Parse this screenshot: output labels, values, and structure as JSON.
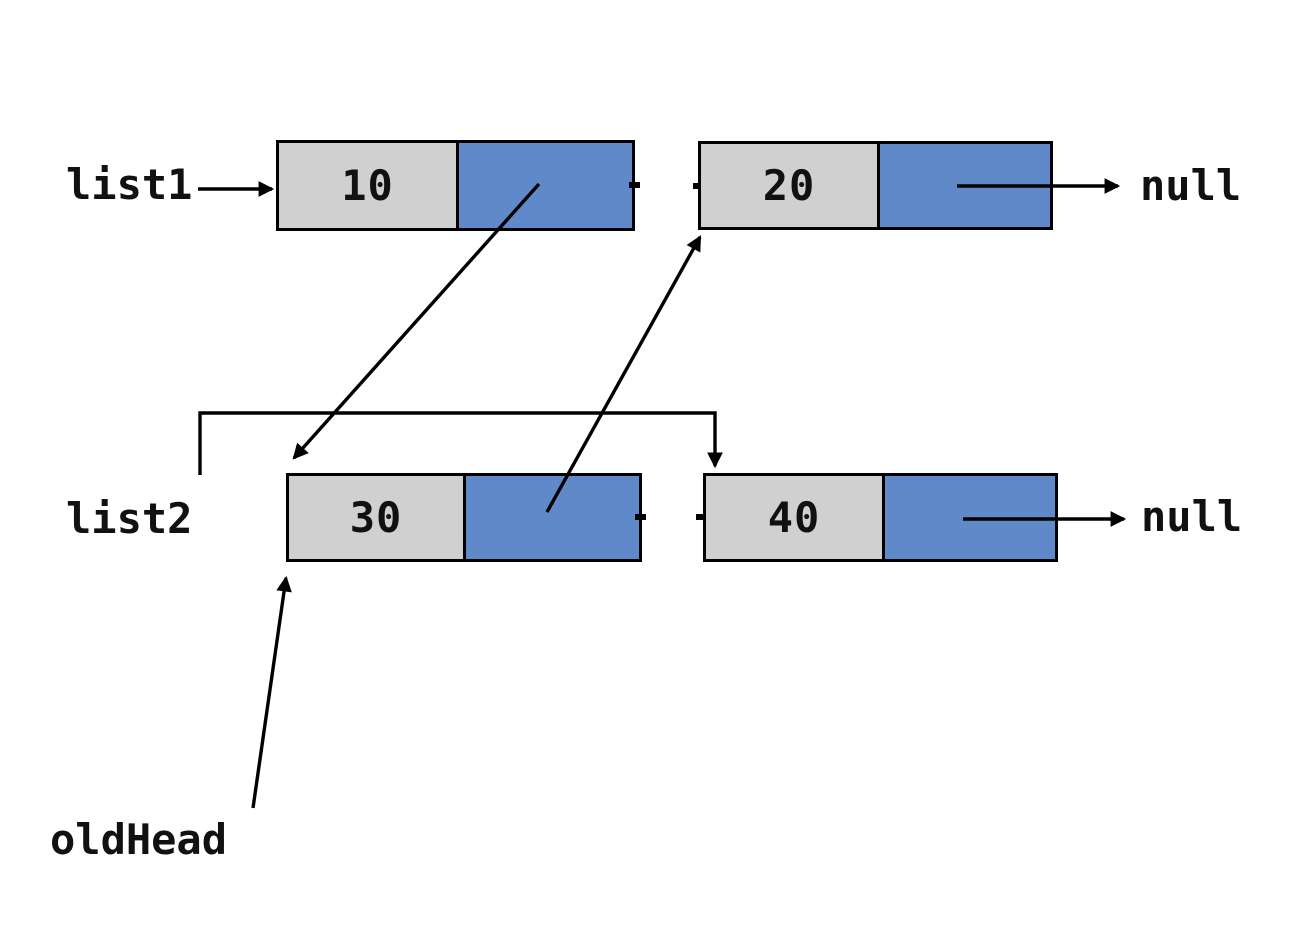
{
  "diagram": {
    "description": "Linked list diagram showing two lists whose nodes are being relinked (merge step)",
    "background": "#ffffff",
    "colors": {
      "node_value_fill": "#d0d0d0",
      "node_pointer_fill": "#6089c9",
      "border_and_lines": "#000000",
      "text": "#111111"
    },
    "pointers": [
      {
        "id": "list1",
        "label": "list1"
      },
      {
        "id": "list2",
        "label": "list2"
      },
      {
        "id": "oldHead",
        "label": "oldHead"
      }
    ],
    "nodes": [
      {
        "id": "node-10",
        "value": "10"
      },
      {
        "id": "node-20",
        "value": "20"
      },
      {
        "id": "node-30",
        "value": "30"
      },
      {
        "id": "node-40",
        "value": "40"
      }
    ],
    "terminals": [
      {
        "id": "null-top",
        "label": "null"
      },
      {
        "id": "null-bottom",
        "label": "null"
      }
    ],
    "edges": [
      {
        "from": "list1",
        "to": "node-10",
        "style": "straight-arrow"
      },
      {
        "from": "node-10.next",
        "to": "node-30",
        "style": "straight-arrow"
      },
      {
        "from": "node-30.next",
        "to": "node-20",
        "style": "straight-arrow"
      },
      {
        "from": "node-20.next",
        "to": "null-top",
        "style": "straight-arrow"
      },
      {
        "from": "list2",
        "to": "node-40",
        "style": "elbow-arrow"
      },
      {
        "from": "node-40.next",
        "to": "null-bottom",
        "style": "straight-arrow"
      },
      {
        "from": "oldHead",
        "to": "node-30",
        "style": "straight-arrow"
      }
    ]
  }
}
